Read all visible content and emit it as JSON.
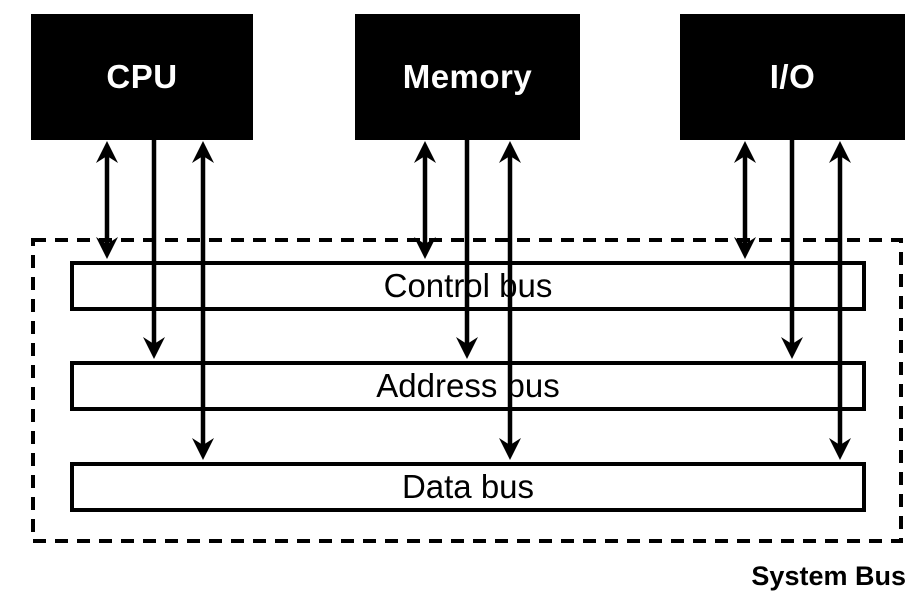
{
  "diagram": {
    "devices": [
      {
        "label": "CPU"
      },
      {
        "label": "Memory"
      },
      {
        "label": "I/O"
      }
    ],
    "buses": [
      {
        "label": "Control bus"
      },
      {
        "label": "Address bus"
      },
      {
        "label": "Data bus"
      }
    ],
    "system_bus_label": "System Bus",
    "connections": [
      {
        "from": "CPU",
        "to": "Control bus",
        "direction": "bidirectional"
      },
      {
        "from": "CPU",
        "to": "Address bus",
        "direction": "into-bus"
      },
      {
        "from": "CPU",
        "to": "Data bus",
        "direction": "bidirectional"
      },
      {
        "from": "Memory",
        "to": "Control bus",
        "direction": "bidirectional"
      },
      {
        "from": "Memory",
        "to": "Address bus",
        "direction": "into-bus"
      },
      {
        "from": "Memory",
        "to": "Data bus",
        "direction": "bidirectional"
      },
      {
        "from": "I/O",
        "to": "Control bus",
        "direction": "bidirectional"
      },
      {
        "from": "I/O",
        "to": "Address bus",
        "direction": "into-bus"
      },
      {
        "from": "I/O",
        "to": "Data bus",
        "direction": "bidirectional"
      }
    ],
    "colors": {
      "ink": "#000000",
      "background": "#ffffff",
      "device_fill": "#000000",
      "device_text": "#ffffff",
      "bus_fill": "#ffffff"
    }
  }
}
